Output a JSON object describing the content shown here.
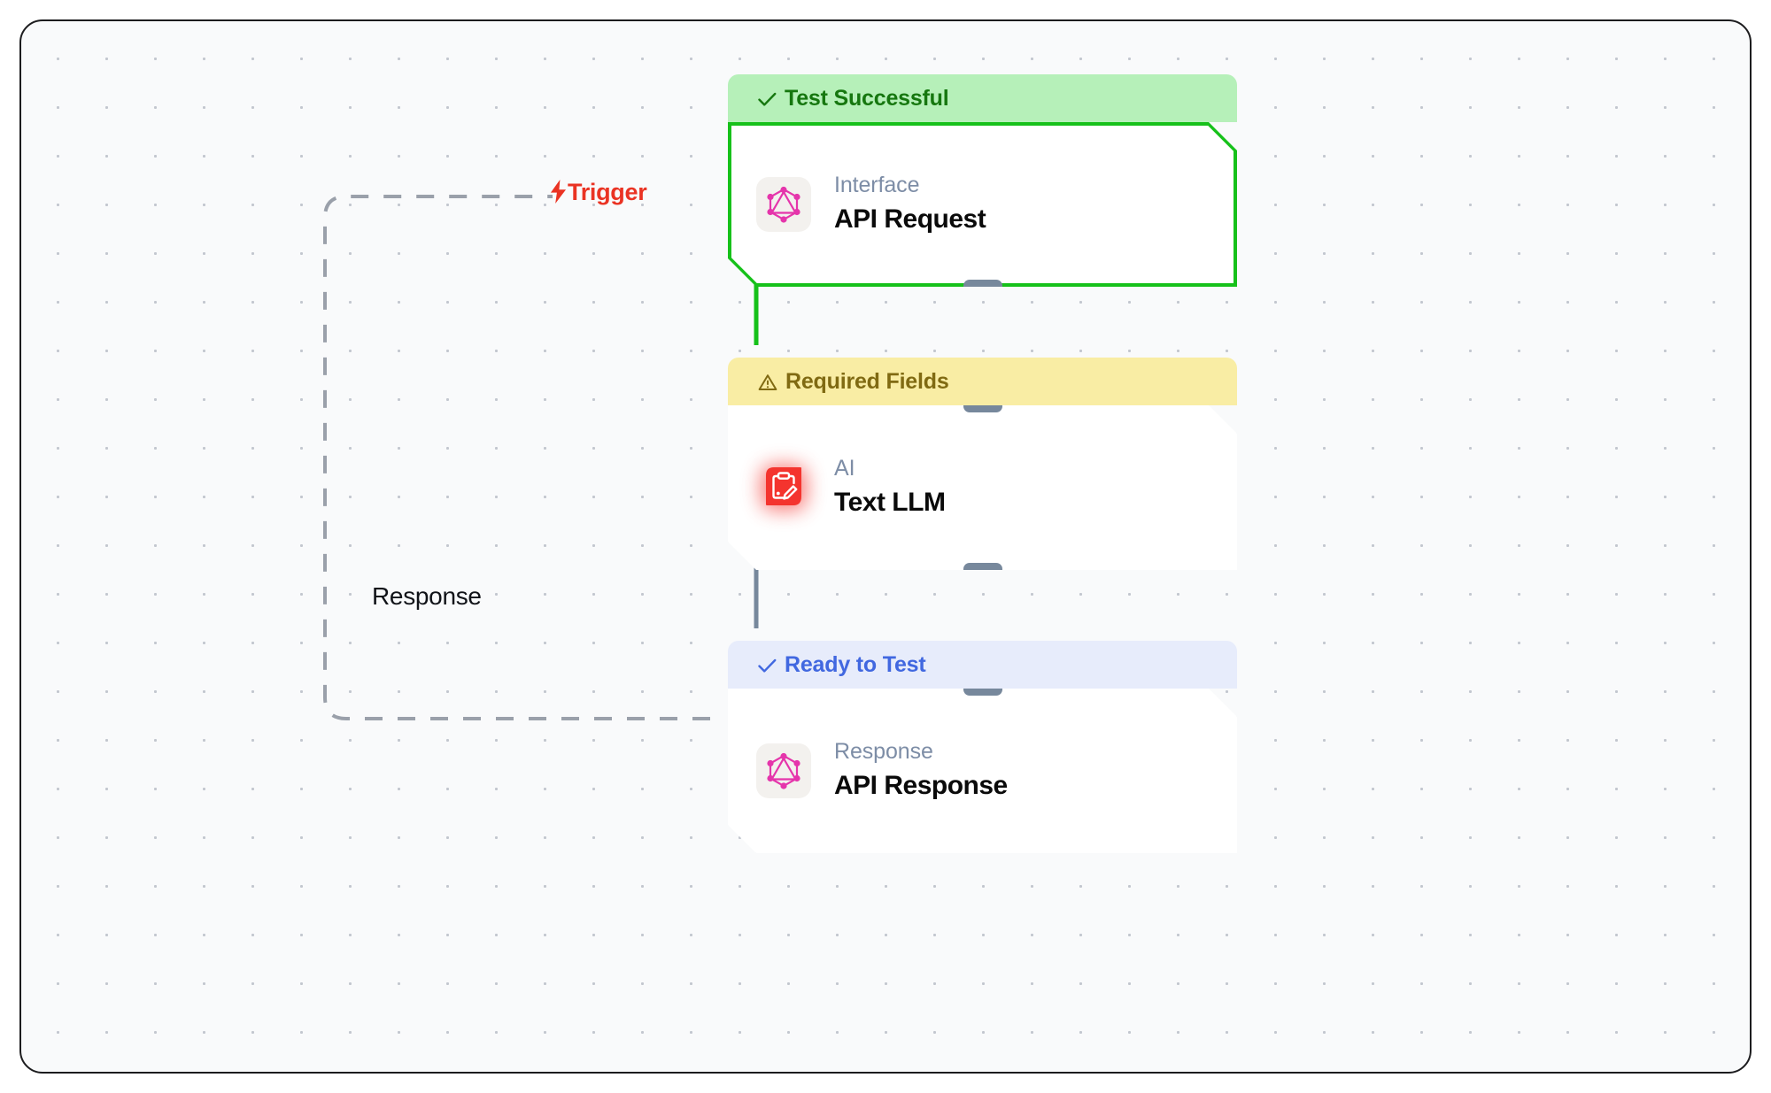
{
  "canvas": {
    "background_color": "#f9fafb",
    "grid_dot_color": "#c3c7cf",
    "border_color": "#1c1c1e"
  },
  "nodes": [
    {
      "id": "api-request",
      "status_label": "Test Successful",
      "status_icon": "check-icon",
      "status_glyph": "✓",
      "status_bg": "#b6f0b9",
      "status_fg": "#16770f",
      "outline_color": "#16c11a",
      "kind": "Interface",
      "title": "API Request",
      "icon": "graphql-icon",
      "icon_color": "#e535ab"
    },
    {
      "id": "text-llm",
      "status_label": "Required Fields",
      "status_icon": "warning-triangle-icon",
      "status_glyph": "⚠",
      "status_bg": "#f9eda4",
      "status_fg": "#806a12",
      "outline_color": "",
      "kind": "AI",
      "title": "Text LLM",
      "icon": "clipboard-pencil-icon",
      "icon_color": "#f4342e"
    },
    {
      "id": "api-response",
      "status_label": "Ready to Test",
      "status_icon": "check-icon",
      "status_glyph": "✓",
      "status_bg": "#e7ecfb",
      "status_fg": "#4168e0",
      "outline_color": "",
      "kind": "Response",
      "title": "API Response",
      "icon": "graphql-icon",
      "icon_color": "#e535ab"
    }
  ],
  "edges": [
    {
      "id": "request-to-llm",
      "from": "api-request",
      "to": "text-llm",
      "color": "#16c11a",
      "style": "solid",
      "label": ""
    },
    {
      "id": "llm-to-response",
      "from": "text-llm",
      "to": "api-response",
      "color": "#77889c",
      "style": "solid",
      "label": ""
    },
    {
      "id": "response-to-request",
      "from": "api-response",
      "to": "api-request",
      "color": "#9aa0aa",
      "style": "dashed",
      "label": "Response",
      "target_label": "Trigger"
    }
  ],
  "labels": {
    "trigger": "Trigger",
    "trigger_icon": "lightning-bolt-icon",
    "trigger_glyph": "⚡",
    "trigger_color": "#ea3323",
    "response": "Response",
    "response_color": "#111318"
  }
}
